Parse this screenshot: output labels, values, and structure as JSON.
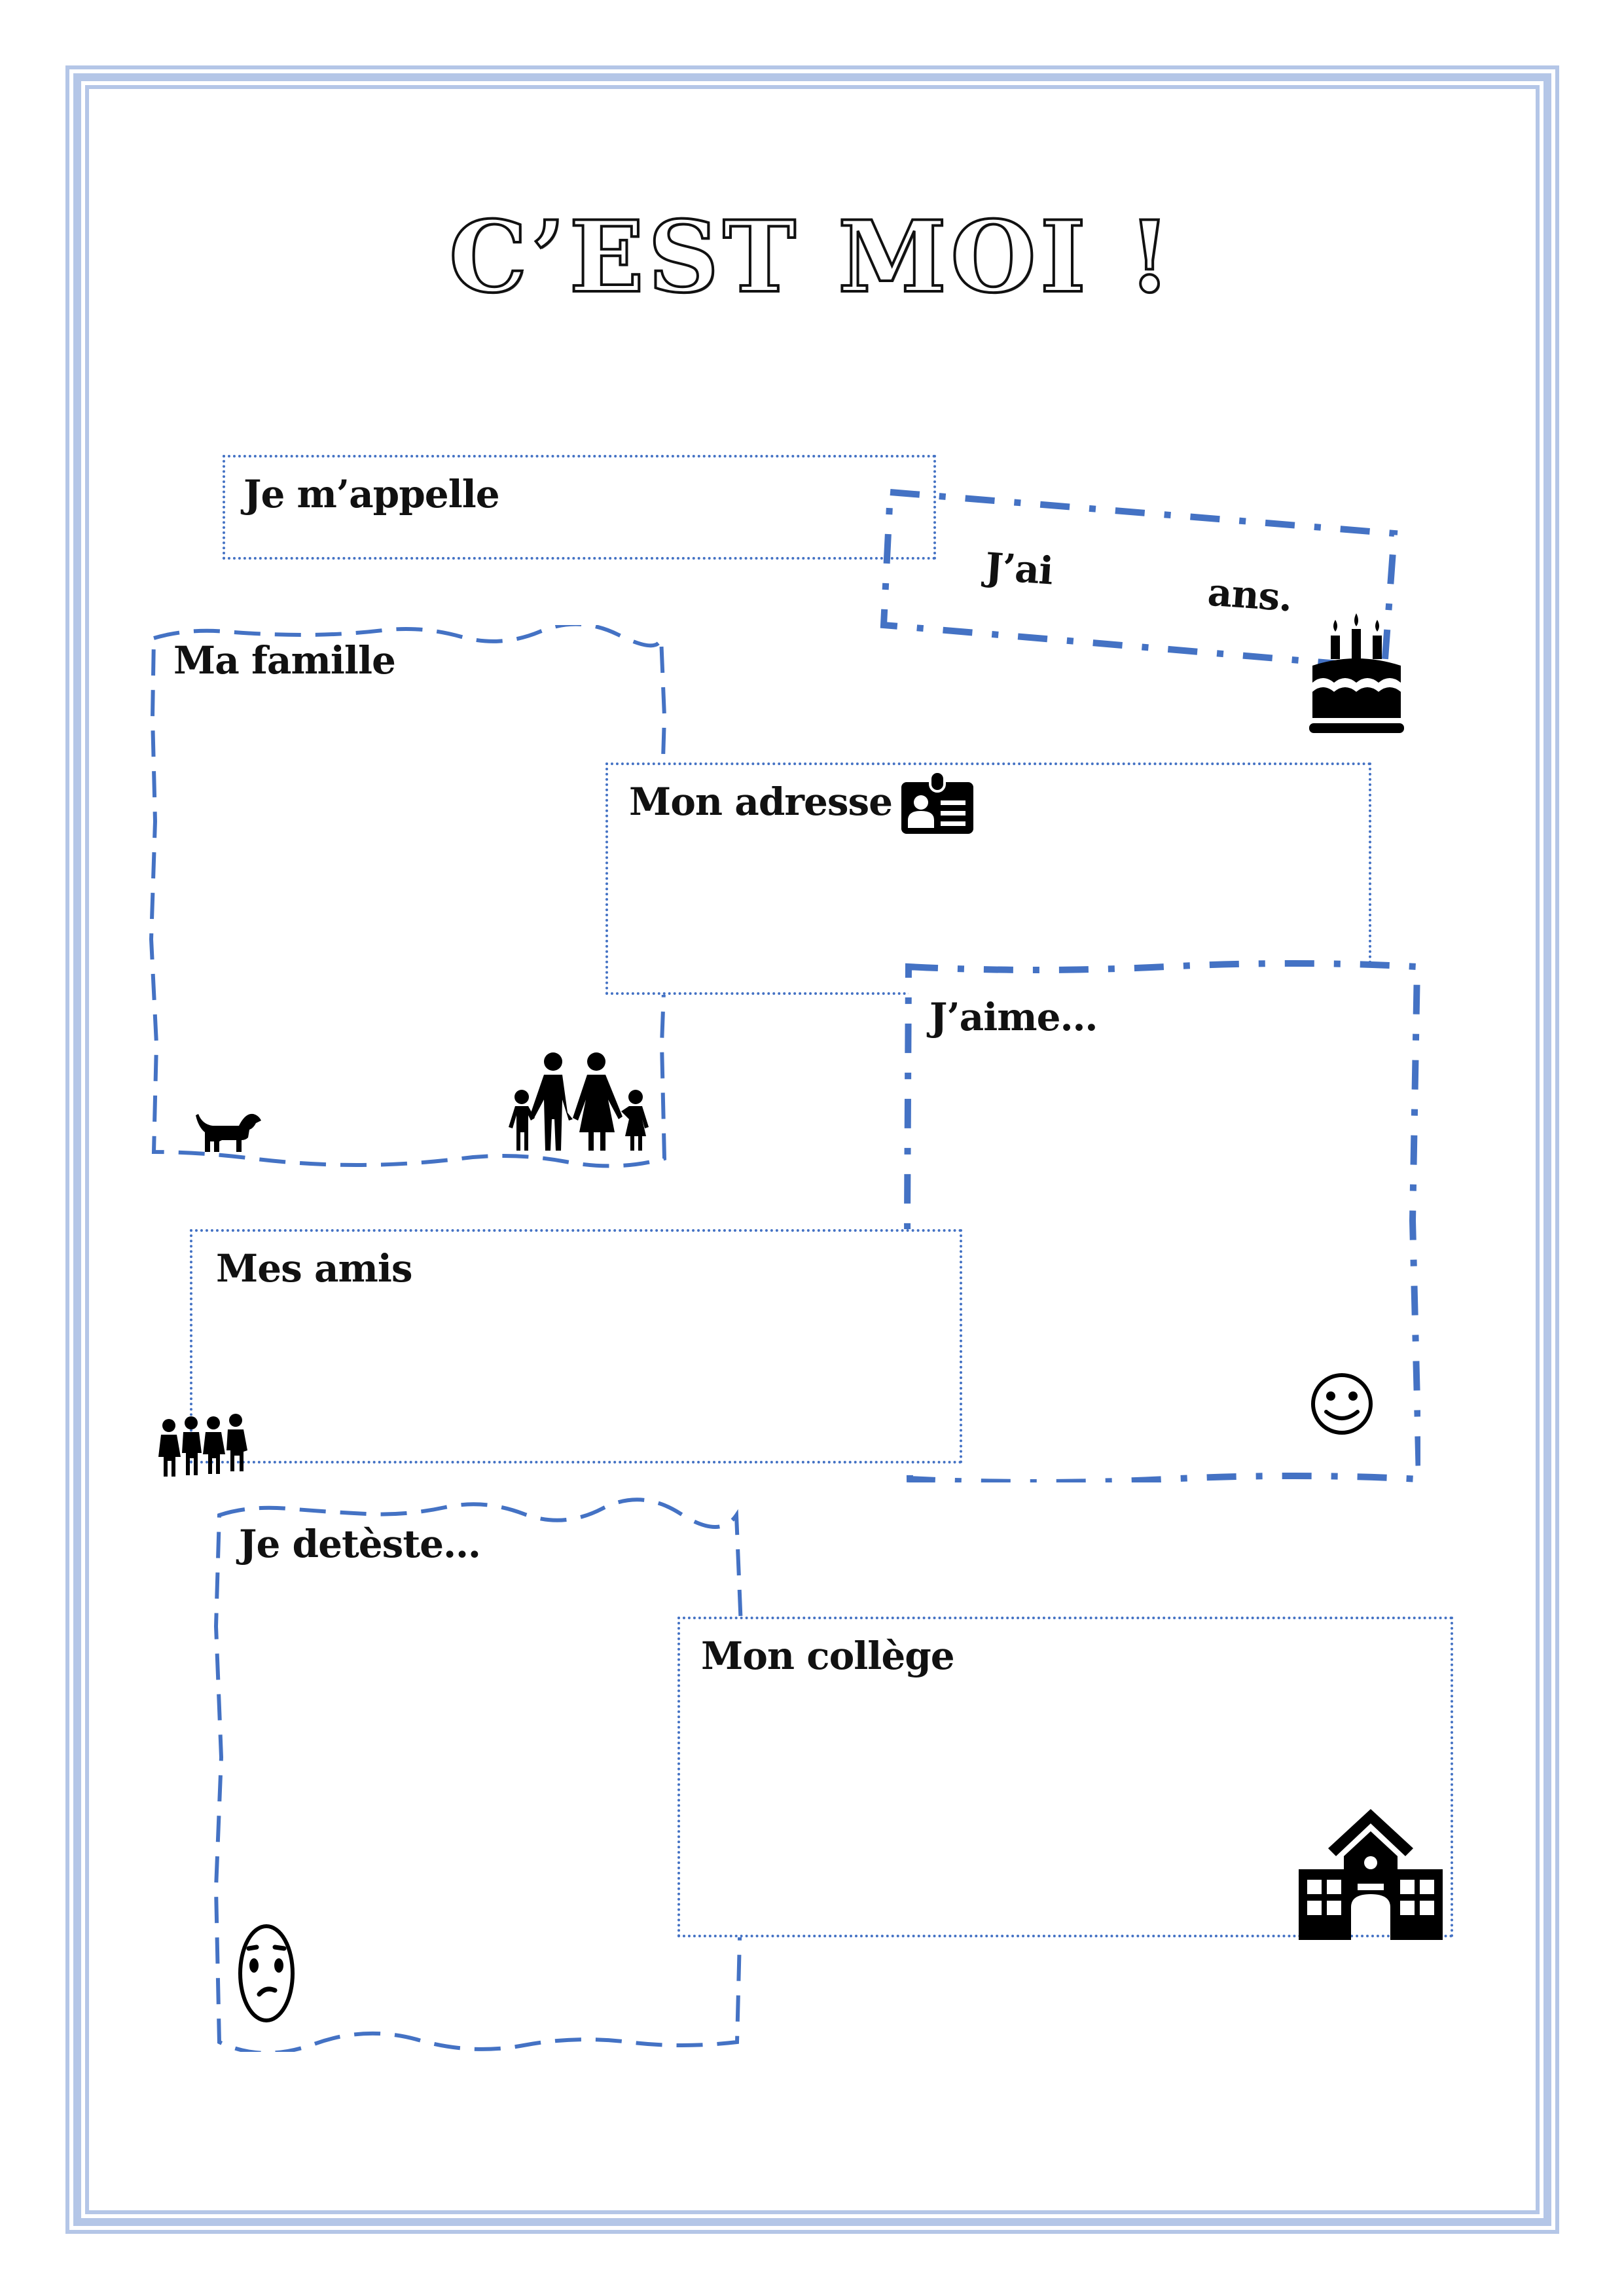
{
  "page": {
    "title": "C’EST MOI !",
    "border_color": "#b4c6e7",
    "accent_color": "#4472c4"
  },
  "sections": {
    "name": {
      "label": "Je m’appelle"
    },
    "age": {
      "label_before": "J’ai",
      "label_after": "ans.",
      "icon": "birthday-cake-icon"
    },
    "family": {
      "label": "Ma famille",
      "icons": [
        "dog-icon",
        "family-icon"
      ]
    },
    "address": {
      "label": "Mon adresse",
      "icon": "id-badge-icon"
    },
    "likes": {
      "label": "J’aime…",
      "icon": "smiley-face-icon"
    },
    "friends": {
      "label": "Mes amis",
      "icon": "group-of-friends-icon"
    },
    "dislikes": {
      "label": "Je detèste…",
      "icon": "sad-face-icon"
    },
    "school": {
      "label": "Mon collège",
      "icon": "school-building-icon"
    }
  }
}
